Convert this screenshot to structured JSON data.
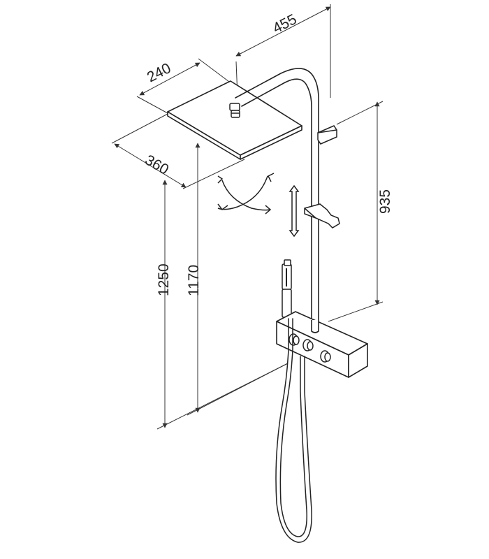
{
  "dimensions": {
    "arm_reach": "455",
    "head_width": "240",
    "head_depth": "360",
    "slide_rail": "935",
    "total_height": "1250",
    "head_height": "1170"
  },
  "colors": {
    "line": "#222222",
    "dimension": "#333333",
    "background": "#ffffff"
  },
  "icons": {
    "rotation": "swivel-rotation-arrows-icon",
    "vertical_adjust": "vertical-double-arrow-icon"
  }
}
